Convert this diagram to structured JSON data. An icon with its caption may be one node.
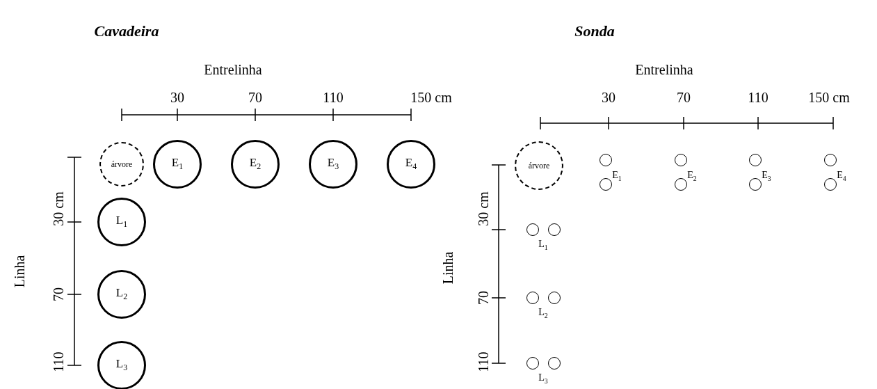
{
  "diagram": {
    "nodes": [
      {
        "text": [
          "árvore"
        ]
      },
      {
        "text": [
          "E$_{1}$"
        ]
      },
      {
        "text": [
          "E$_{2}$"
        ]
      },
      {
        "text": [
          "E$_{3}$"
        ]
      },
      {
        "text": [
          "E$_{4}$"
        ]
      },
      {
        "text": [
          "L$_{1}$"
        ]
      },
      {
        "text": [
          "L$_{2}$"
        ]
      },
      {
        "text": [
          "L$_{3}$"
        ]
      },
      {
        "text": [
          "árvore"
        ]
      },
      {
        "text": [],
        "shape": "circle"
      },
      {
        "text": [],
        "shape": "circle"
      },
      {
        "text": [],
        "shape": "circle"
      },
      {
        "text": [],
        "shape": "circle"
      },
      {
        "text": [],
        "shape": "circle"
      },
      {
        "text": [],
        "shape": "circle"
      },
      {
        "text": [],
        "shape": "circle"
      },
      {
        "text": [],
        "shape": "circle"
      },
      {
        "text": [],
        "shape": "circle"
      },
      {
        "text": [],
        "shape": "circle"
      },
      {
        "text": [],
        "shape": "circle"
      },
      {
        "text": [],
        "shape": "circle"
      },
      {
        "text": [],
        "shape": "circle"
      },
      {
        "text": [],
        "shape": "circle"
      }
    ],
    "labels": [
      "Cavadeira",
      "Sonda",
      "Entrelinha",
      "Entrelinha",
      "30",
      "70",
      "110",
      "150 cm",
      "30",
      "70",
      "110",
      "150 cm",
      "Linha",
      "30 cm",
      "70",
      "110",
      "Linha",
      "30 cm",
      "70",
      "110",
      "E$_{1}$",
      "E$_{2}$",
      "E$_{3}$",
      "E$_{4}$",
      "L$_{1}$",
      "L$_{2}$",
      "L$_{3}$"
    ]
  }
}
